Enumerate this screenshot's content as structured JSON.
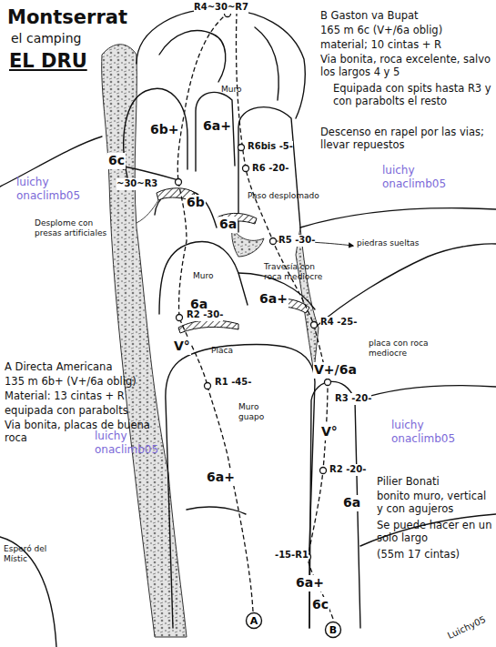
{
  "diagram": {
    "title": "Montserrat",
    "nodes": [
      {
        "text": [
          "A"
        ]
      },
      {
        "text": [
          "B"
        ]
      }
    ],
    "labels": [
      "el camping",
      "EL DRU",
      "B Gaston va Bupat",
      "165 m 6c (V+/6a oblig)",
      "material; 10 cintas + R",
      "Via bonita, roca excelente, salvo los largos 4 y 5",
      "Equipada con spits hasta R3 y con parabolts el resto",
      "Descenso en rapel por las vias; llevar repuestos",
      "A Directa Americana",
      "135 m 6b+ (V+/6a oblig)",
      "Material: 13 cintas + R",
      "equipada con parabolts",
      "Via bonita, placas de buena roca",
      "Pilier Bonati",
      "bonito muro, vertical y con agujeros",
      "Se puede hacer en un solo largo",
      "(55m 17 cintas)",
      "luichy onaclimb05",
      "luichy onaclimb05",
      "luichy onaclimb05",
      "luichy onaclimb05",
      "Luichy05",
      "Esperó del Místic",
      "R4~30~R7",
      "6b+",
      "6a+",
      "Muro",
      "6c",
      "~30~R3",
      "6b",
      "R6bis -5-",
      "R6 -20-",
      "Paso desplomado",
      "Desplome con presas artificiales",
      "6a",
      "Muro",
      "6a",
      "R5 -30-",
      "piedras sueltas",
      "Travesía con roca mediocre",
      "6a+",
      "R2 -30-",
      "R4 -25-",
      "placa con roca mediocre",
      "V°",
      "Placa",
      "V+/6a",
      "R1 -45-",
      "R3 -20-",
      "Muro guapo",
      "V°",
      "R2 -20-",
      "6a+",
      "6a",
      "-15-R1",
      "6a+",
      "6c"
    ]
  }
}
